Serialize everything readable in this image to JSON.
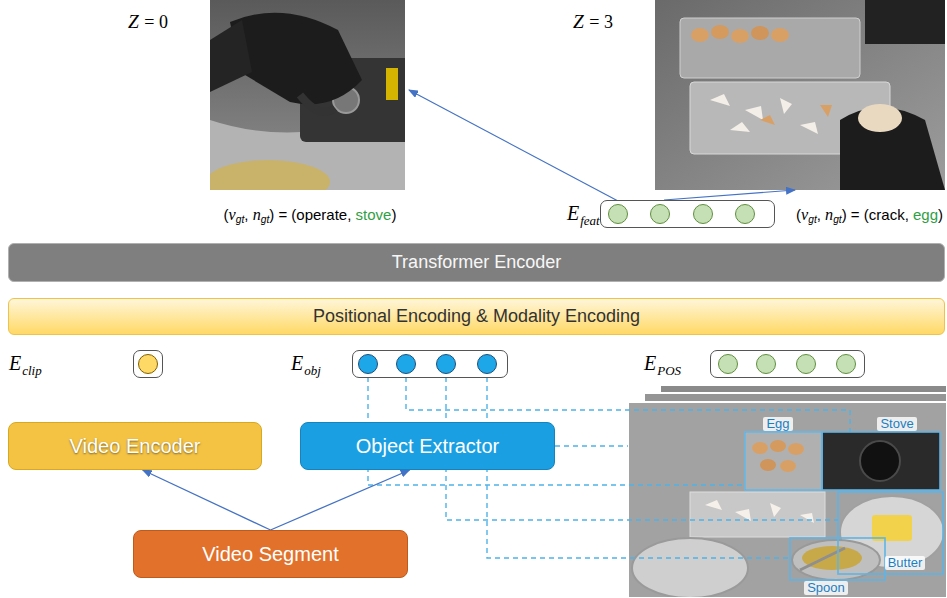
{
  "diagram": {
    "nodes": [
      {
        "text": [
          "E",
          "feat"
        ]
      },
      {
        "text": [
          "Transformer Encoder"
        ]
      },
      {
        "text": [
          "Positional Encoding & Modality Encoding"
        ]
      },
      {
        "text": [
          "E",
          "clip"
        ]
      },
      {
        "text": [
          "E",
          "obj"
        ]
      },
      {
        "text": [
          "E",
          "POS"
        ]
      },
      {
        "text": [
          "Video Encoder"
        ]
      },
      {
        "text": [
          "Object Extractor"
        ]
      },
      {
        "text": [
          "Video Segment"
        ]
      }
    ],
    "edges": [
      {
        "from": 8,
        "to": 6,
        "arrow": "to"
      },
      {
        "from": 8,
        "to": 7,
        "arrow": "to"
      }
    ],
    "labels": [
      "Z",
      "= 0",
      "Z",
      "= 3",
      "(",
      "v",
      "gt",
      ", ",
      "n",
      "gt",
      ") = (operate, ",
      "stove",
      ")",
      "(",
      "v",
      "gt",
      ", ",
      "n",
      "gt",
      ") = (crack, ",
      "egg",
      ")",
      "Egg",
      "Stove",
      "Butter",
      "Spoon"
    ]
  }
}
